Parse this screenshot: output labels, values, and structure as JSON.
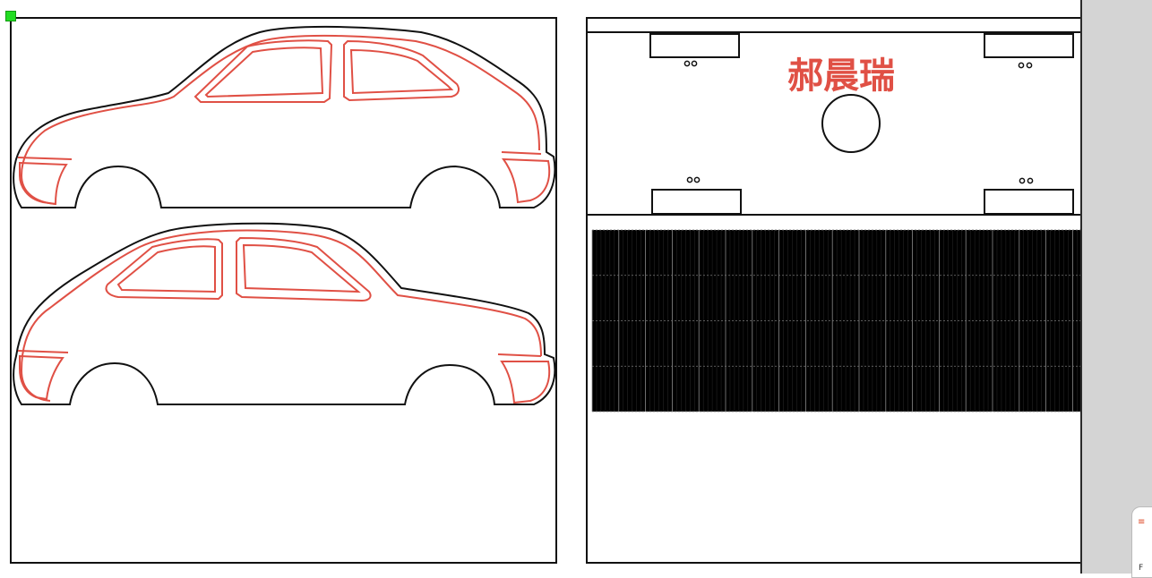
{
  "design": {
    "brand_text": "郝晨瑞",
    "colors": {
      "outline": "#111111",
      "cut_line": "#e05045",
      "brand": "#e05045",
      "selection_handle": "#22dd22",
      "panel_grey": "#d4d4d4"
    }
  },
  "side_card": {
    "top_glyph": "≡",
    "bottom_label": "F"
  },
  "grid_block": {
    "columns": 20,
    "rows": 4
  },
  "icons": {
    "selection_handle": "square-handle-icon",
    "mount_holes": "double-hole-icon"
  }
}
